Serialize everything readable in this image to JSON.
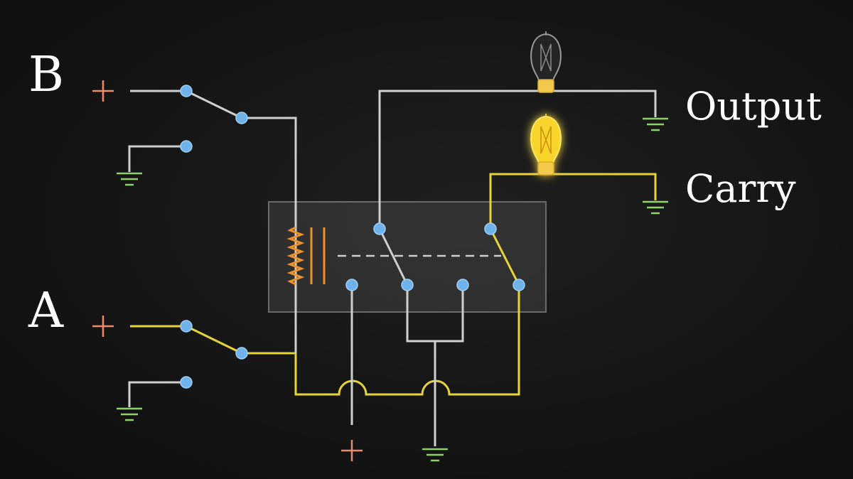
{
  "labels": {
    "input_b": "B",
    "input_a": "A",
    "output": "Output",
    "carry": "Carry"
  },
  "colors": {
    "background": "#151515",
    "wire_inactive": "#cfcfcf",
    "wire_active": "#e6d33a",
    "node": "#6fb2ea",
    "ground": "#8ed06a",
    "positive": "#ec8a6f",
    "coil": "#f0932b",
    "bulb_lit": "#f7d52a"
  },
  "icons": {
    "positive_terminal": "plus-icon",
    "ground": "ground-icon",
    "bulb": "lightbulb-icon"
  },
  "state": {
    "output_bulb": "off",
    "carry_bulb": "on"
  }
}
